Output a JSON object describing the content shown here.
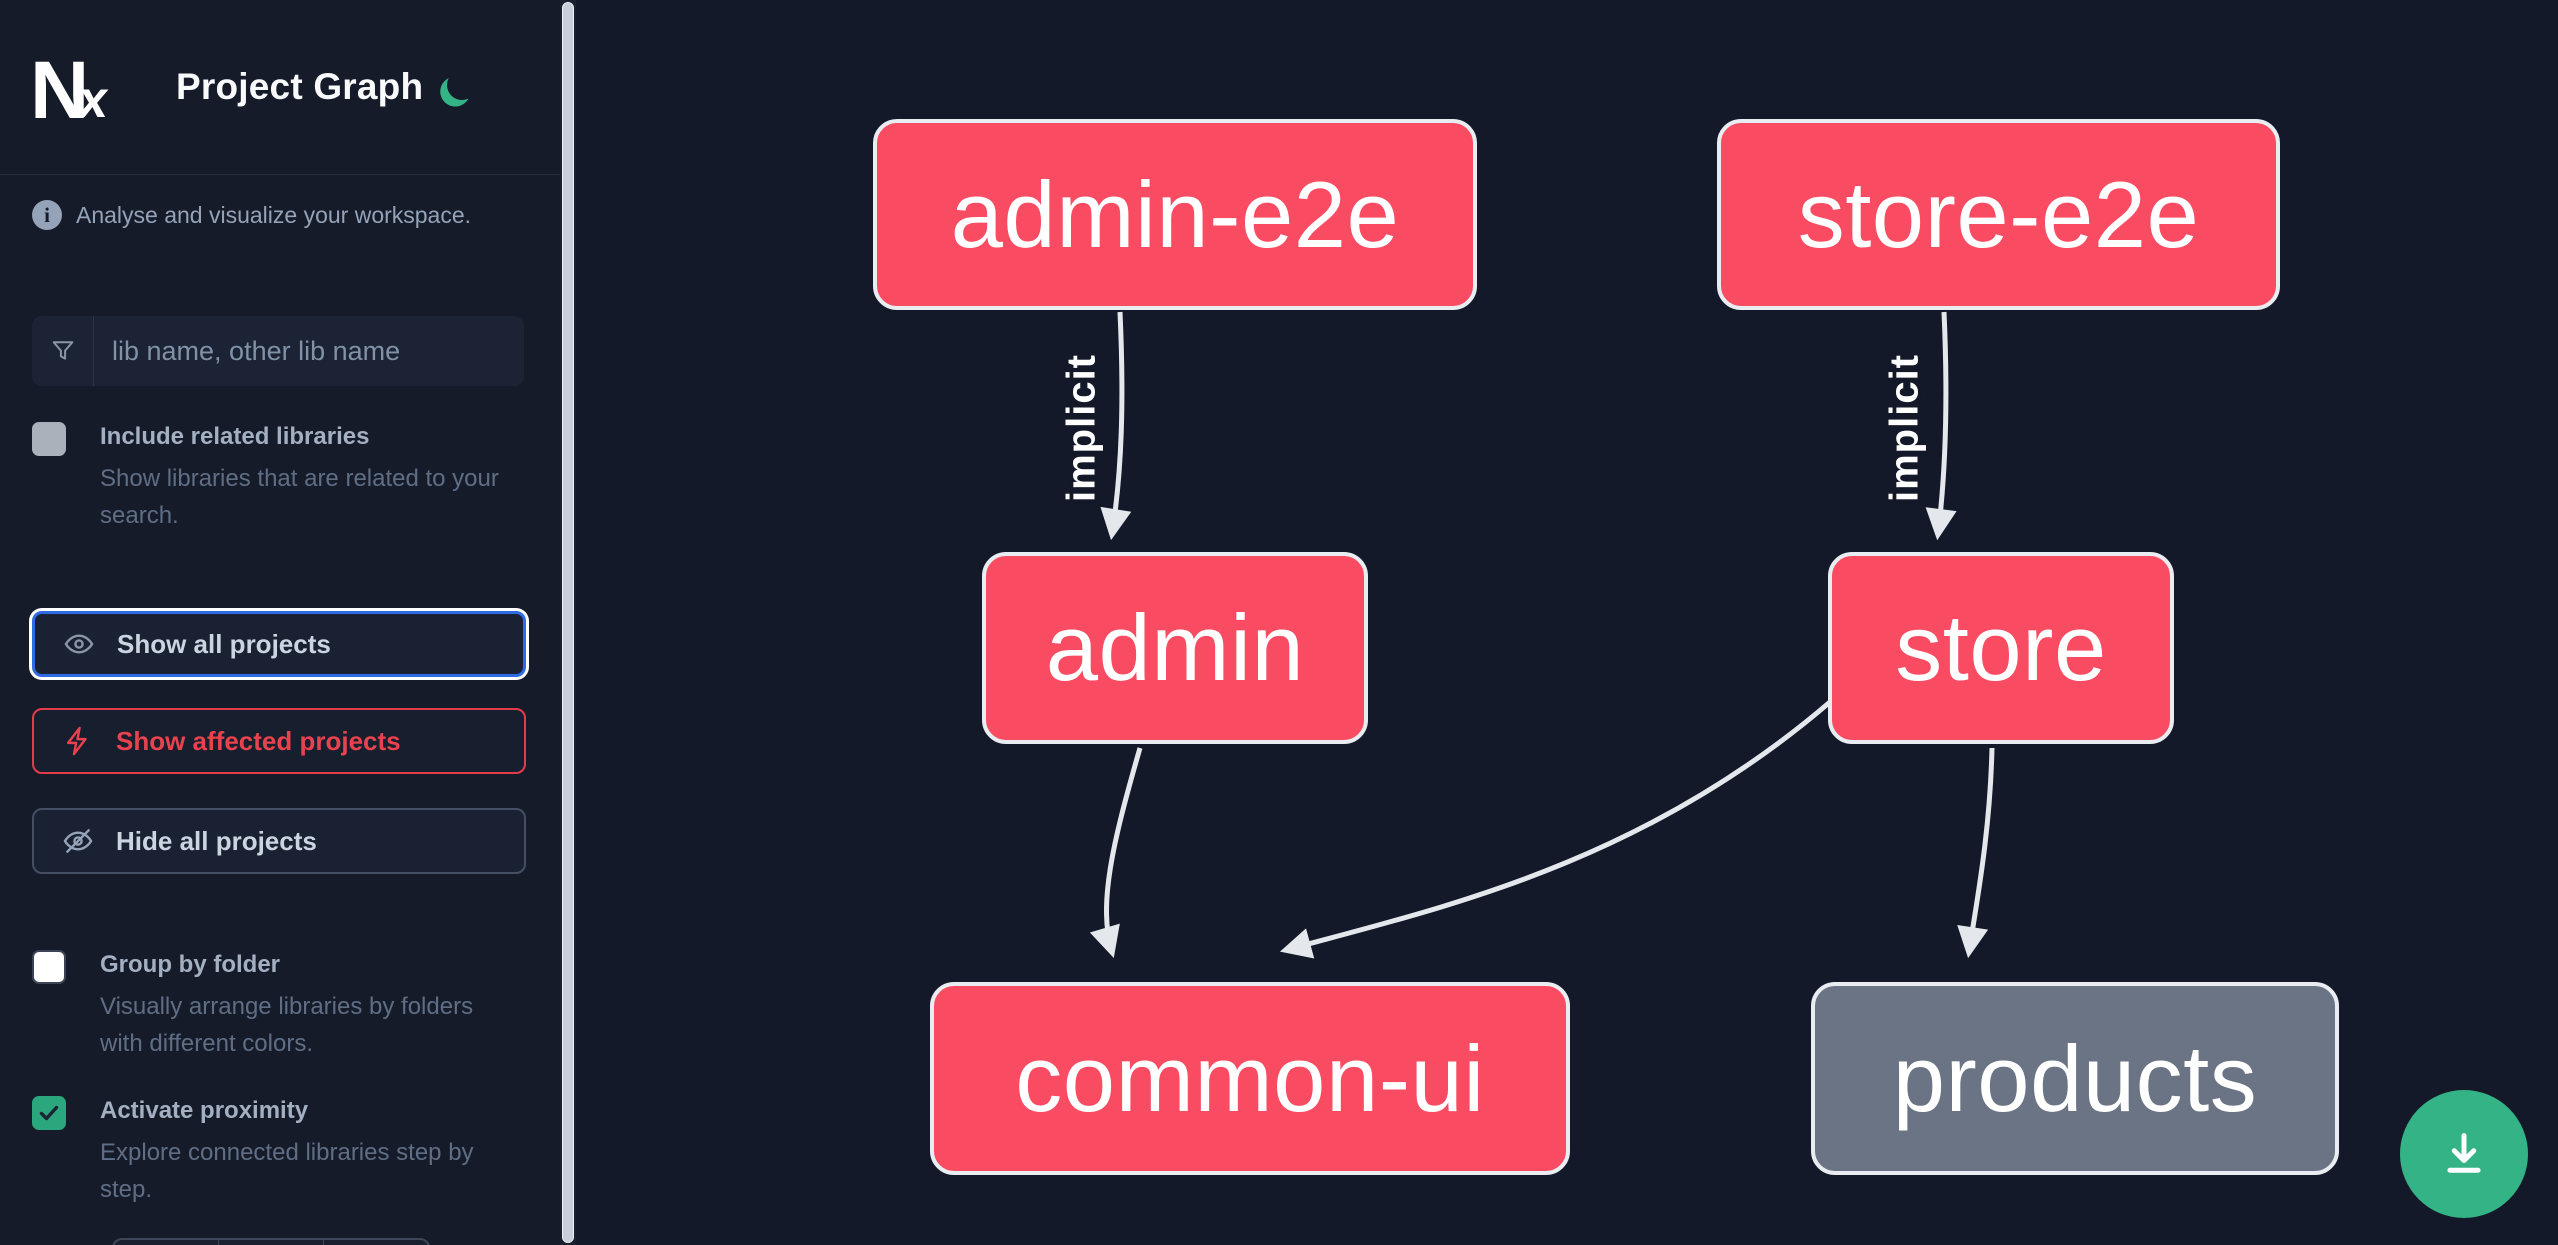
{
  "app": {
    "logo_text": "Nx",
    "title": "Project Graph"
  },
  "sidebar": {
    "tagline": "Analyse and visualize your workspace.",
    "filter_input": {
      "placeholder": "lib name, other lib name",
      "value": ""
    },
    "toggles": [
      {
        "label": "Include related libraries",
        "description": "Show libraries that are related to your search.",
        "checked": false
      },
      {
        "label": "Group by folder",
        "description": "Visually arrange libraries by folders with different colors.",
        "checked": false
      },
      {
        "label": "Activate proximity",
        "description": "Explore connected libraries step by step.",
        "checked": true
      }
    ],
    "actions": [
      {
        "label": "Show all projects",
        "icon": "eye",
        "variant": "focused"
      },
      {
        "label": "Show affected projects",
        "icon": "bolt",
        "variant": "danger"
      },
      {
        "label": "Hide all projects",
        "icon": "eye-off",
        "variant": "default"
      }
    ]
  },
  "graph": {
    "nodes": [
      {
        "id": "admin-e2e",
        "label": "admin-e2e",
        "color": "pink"
      },
      {
        "id": "store-e2e",
        "label": "store-e2e",
        "color": "pink"
      },
      {
        "id": "admin",
        "label": "admin",
        "color": "pink"
      },
      {
        "id": "store",
        "label": "store",
        "color": "pink"
      },
      {
        "id": "common-ui",
        "label": "common-ui",
        "color": "pink"
      },
      {
        "id": "products",
        "label": "products",
        "color": "gray"
      }
    ],
    "edges": [
      {
        "source": "admin-e2e",
        "target": "admin",
        "label": "implicit"
      },
      {
        "source": "store-e2e",
        "target": "store",
        "label": "implicit"
      },
      {
        "source": "admin",
        "target": "common-ui",
        "label": ""
      },
      {
        "source": "store",
        "target": "common-ui",
        "label": ""
      },
      {
        "source": "store",
        "target": "products",
        "label": ""
      }
    ]
  },
  "fab": {
    "icon": "download"
  },
  "colors": {
    "sidebar_bg": "#161b2a",
    "canvas_bg": "#131928",
    "node_pink": "#f94b61",
    "node_gray": "#6b7484",
    "node_border": "#e9edf2",
    "edge": "#e4e8ed",
    "accent_green": "#34b386",
    "focus_blue": "#2f6be4",
    "danger_red": "#e23c4b",
    "text_muted": "#94a3b8"
  }
}
